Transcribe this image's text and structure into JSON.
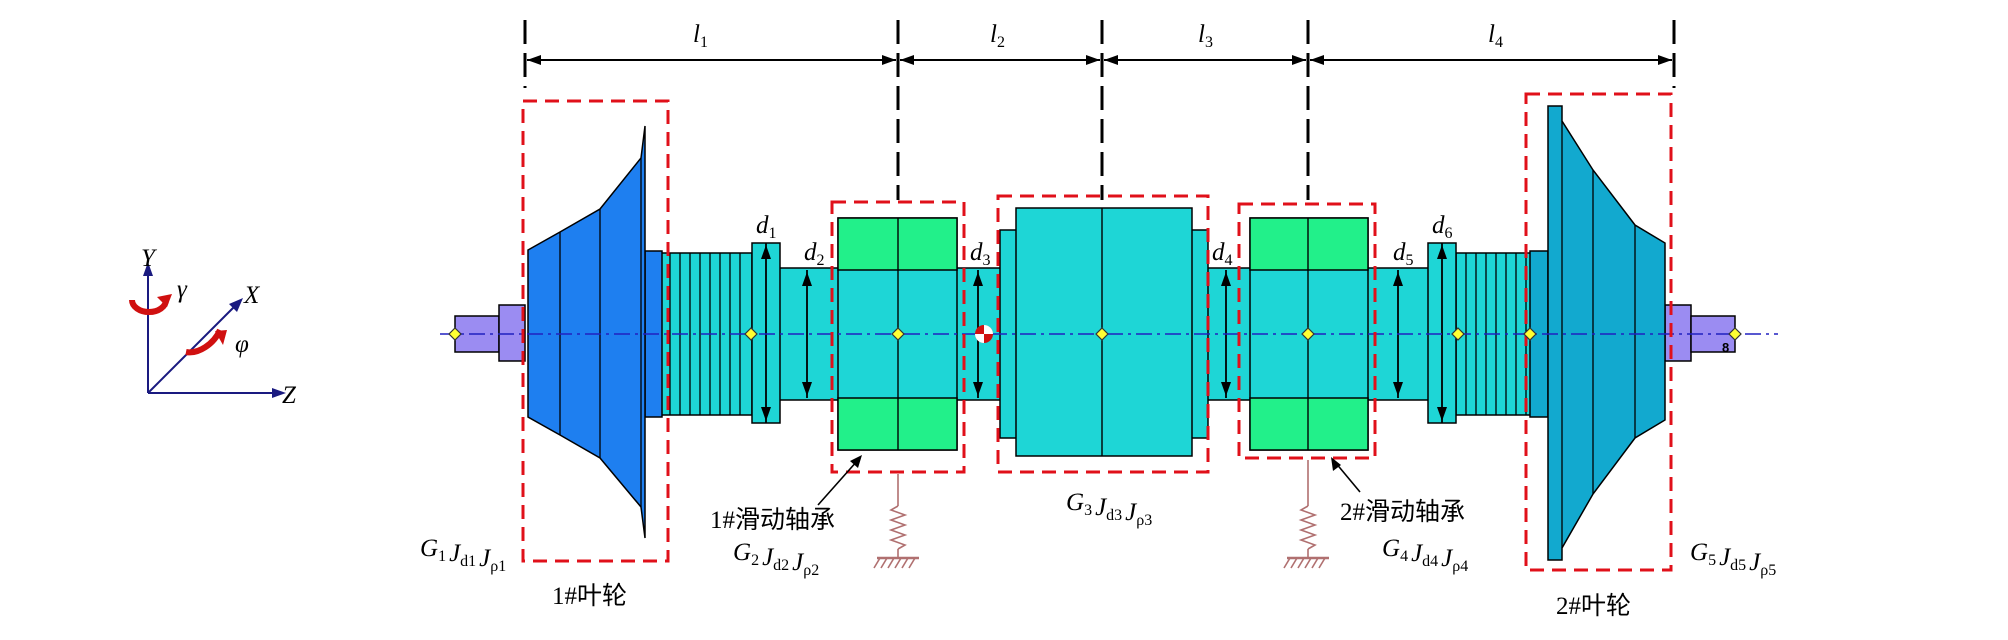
{
  "axes": {
    "y": "Y",
    "x": "X",
    "z": "Z",
    "gamma": "γ",
    "phi": "φ"
  },
  "lengths": [
    "l1",
    "l2",
    "l3",
    "l4"
  ],
  "diameters": [
    "d1",
    "d2",
    "d3",
    "d4",
    "d5",
    "d6"
  ],
  "nodes": [
    {
      "g": "G1",
      "jd": "Jd1",
      "jp": "Jρ1"
    },
    {
      "g": "G2",
      "jd": "Jd2",
      "jp": "Jρ2"
    },
    {
      "g": "G3",
      "jd": "Jd3",
      "jp": "Jρ3"
    },
    {
      "g": "G4",
      "jd": "Jd4",
      "jp": "Jρ4"
    },
    {
      "g": "G5",
      "jd": "Jd5",
      "jp": "Jρ5"
    }
  ],
  "captions": {
    "bearing1": "1#滑动轴承",
    "bearing2": "2#滑动轴承",
    "impeller1": "1#叶轮",
    "impeller2": "2#叶轮"
  },
  "end_marker": "8",
  "colors": {
    "shaft": "#1ED6D6",
    "impeller1": "#1E7FF0",
    "impeller2": "#12A9CF",
    "bearing_end": "#22F08A",
    "stub": "#9B8CF2",
    "frame": "#E0101A",
    "node": "#FFFF33",
    "spring": "#B07070"
  }
}
